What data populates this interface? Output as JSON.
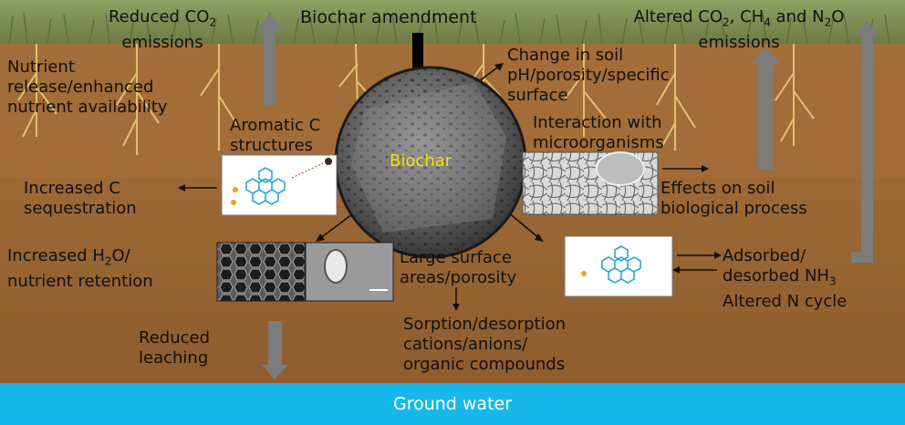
{
  "title": "Biochar amendment",
  "center_label": "Biochar",
  "ground_water": "Ground water",
  "labels": {
    "reduced_co2_a": "Reduced CO",
    "reduced_co2_sub": "2",
    "reduced_co2_b": "emissions",
    "altered_a": "Altered CO",
    "altered_sub1": "2",
    "altered_b": ", CH",
    "altered_sub2": "4",
    "altered_c": " and N",
    "altered_sub3": "2",
    "altered_d": "O",
    "altered_e": "emissions",
    "nutrient_1": "Nutrient",
    "nutrient_2": "release/enhanced",
    "nutrient_3": "nutrient availability",
    "aromatic_1": "Aromatic C",
    "aromatic_2": "structures",
    "ph_1": "Change in soil",
    "ph_2": "pH/porosity/specific",
    "ph_3": "surface",
    "interaction_1": "Interaction with",
    "interaction_2": "microorganisms",
    "sequestration_1": "Increased C",
    "sequestration_2": "sequestration",
    "effects_1": "Effects on soil",
    "effects_2": "biological process",
    "h2o_a": "Increased H",
    "h2o_sub": "2",
    "h2o_b": "O/",
    "h2o_c": "nutrient retention",
    "surface_1": "Large surface",
    "surface_2": "areas/porosity",
    "adsorbed_1": "Adsorbed/",
    "adsorbed_2a": "desorbed NH",
    "adsorbed_2sub": "3",
    "adsorbed_3": "Altered N cycle",
    "sorption_1": "Sorption/desorption",
    "sorption_2": "cations/anions/",
    "sorption_3": "organic compounds",
    "leaching_1": "Reduced",
    "leaching_2": "leaching"
  },
  "colors": {
    "soil_top": "#a06a38",
    "soil_bottom": "#8e5b2c",
    "grass": "#7c8d55",
    "water": "#17b7ec",
    "label_text": "#111111",
    "biochar_text": "#f2e200",
    "arrow_gray": "#7c7c7c"
  }
}
